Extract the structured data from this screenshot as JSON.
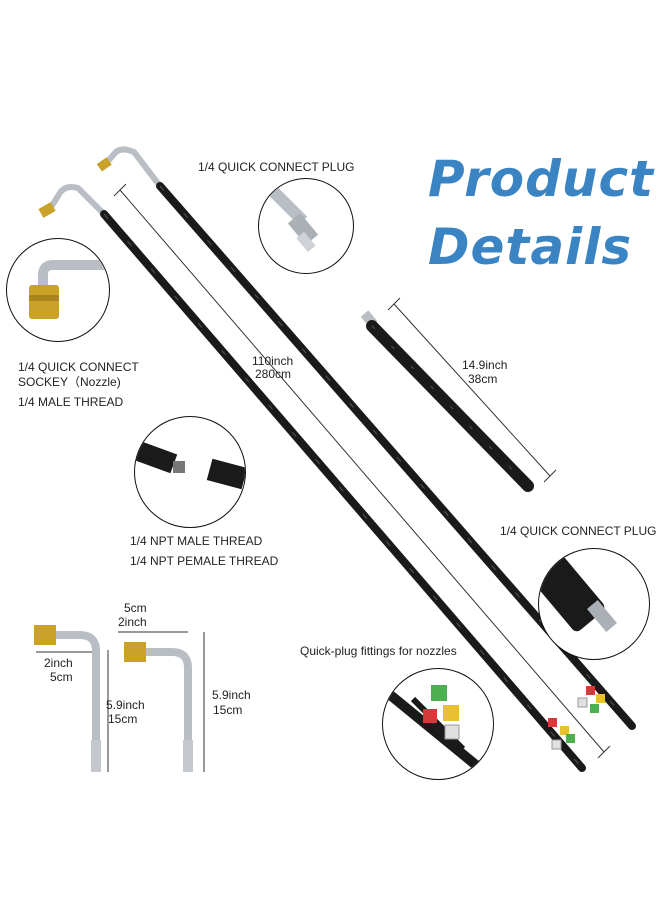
{
  "title": {
    "line1": "Product",
    "line2": "Details"
  },
  "labels": {
    "plug_top": "1/4  QUICK CONNECT PLUG",
    "socket_line1": "1/4   QUICK CONNECT",
    "socket_line2": "SOCKEY（Nozzle)",
    "male_thread": "1/4    MALE THREAD",
    "long_len_in": "110inch",
    "long_len_cm": "280cm",
    "short_len_in": "14.9inch",
    "short_len_cm": "38cm",
    "npt_male": "1/4  NPT MALE THREAD",
    "npt_pemale": "1/4  NPT PEMALE THREAD",
    "plug_right": "1/4  QUICK CONNECT PLUG",
    "quick_plug": "Quick-plug fittings for nozzles",
    "ext1_w_in": "2inch",
    "ext1_w_cm": "5cm",
    "ext1_h_in": "5.9inch",
    "ext1_h_cm": "15cm",
    "ext2_w_cm": "5cm",
    "ext2_w_in": "2inch",
    "ext2_h_in": "5.9inch",
    "ext2_h_cm": "15cm"
  },
  "colors": {
    "title": "#3b84c4",
    "wand": "#1a1a1a",
    "brass": "#c9a227",
    "steel": "#b9bec4"
  }
}
